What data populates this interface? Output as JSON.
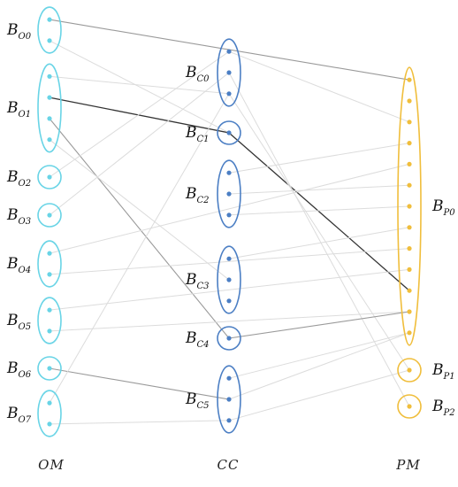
{
  "colors": {
    "om": "#69d4e6",
    "cc": "#4c7fc4",
    "pm": "#f0be3c",
    "edge_light": "#dcdcdc",
    "edge_mid": "#9a9a9a",
    "edge_dark": "#333333"
  },
  "columns": {
    "om": "OM",
    "cc": "CC",
    "pm": "PM"
  },
  "blocks": {
    "om": [
      {
        "id": "O0",
        "letter": "B",
        "sub": "O0",
        "points": 2
      },
      {
        "id": "O1",
        "letter": "B",
        "sub": "O1",
        "points": 4
      },
      {
        "id": "O2",
        "letter": "B",
        "sub": "O2",
        "points": 1
      },
      {
        "id": "O3",
        "letter": "B",
        "sub": "O3",
        "points": 1
      },
      {
        "id": "O4",
        "letter": "B",
        "sub": "O4",
        "points": 2
      },
      {
        "id": "O5",
        "letter": "B",
        "sub": "O5",
        "points": 2
      },
      {
        "id": "O6",
        "letter": "B",
        "sub": "O6",
        "points": 1
      },
      {
        "id": "O7",
        "letter": "B",
        "sub": "O7",
        "points": 2
      }
    ],
    "cc": [
      {
        "id": "C0",
        "letter": "B",
        "sub": "C0",
        "points": 3
      },
      {
        "id": "C1",
        "letter": "B",
        "sub": "C1",
        "points": 1
      },
      {
        "id": "C2",
        "letter": "B",
        "sub": "C2",
        "points": 3
      },
      {
        "id": "C3",
        "letter": "B",
        "sub": "C3",
        "points": 3
      },
      {
        "id": "C4",
        "letter": "B",
        "sub": "C4",
        "points": 1
      },
      {
        "id": "C5",
        "letter": "B",
        "sub": "C5",
        "points": 3
      }
    ],
    "pm": [
      {
        "id": "P0",
        "letter": "B",
        "sub": "P0",
        "points": 13
      },
      {
        "id": "P1",
        "letter": "B",
        "sub": "P1",
        "points": 1
      },
      {
        "id": "P2",
        "letter": "B",
        "sub": "P2",
        "points": 1
      }
    ]
  },
  "edges": [
    {
      "from": "O0.0",
      "to": "P0.0",
      "tone": "mid"
    },
    {
      "from": "O0.1",
      "to": "C1.0",
      "tone": "light"
    },
    {
      "from": "O1.0",
      "to": "C0.2",
      "tone": "light"
    },
    {
      "from": "O1.1",
      "to": "C1.0",
      "tone": "dark"
    },
    {
      "from": "C1.0",
      "to": "P0.10",
      "tone": "dark"
    },
    {
      "from": "O1.2",
      "to": "C4.0",
      "tone": "mid"
    },
    {
      "from": "O1.3",
      "to": "C3.1",
      "tone": "light"
    },
    {
      "from": "O2.0",
      "to": "C0.0",
      "tone": "light"
    },
    {
      "from": "O3.0",
      "to": "C0.1",
      "tone": "light"
    },
    {
      "from": "O4.0",
      "to": "P0.4",
      "tone": "light"
    },
    {
      "from": "O4.1",
      "to": "P0.8",
      "tone": "light"
    },
    {
      "from": "O5.0",
      "to": "P0.9",
      "tone": "light"
    },
    {
      "from": "O5.1",
      "to": "P0.11",
      "tone": "light"
    },
    {
      "from": "O6.0",
      "to": "C5.1",
      "tone": "mid"
    },
    {
      "from": "O7.0",
      "to": "C0.2",
      "tone": "light"
    },
    {
      "from": "O7.1",
      "to": "C5.2",
      "tone": "light"
    },
    {
      "from": "C0.0",
      "to": "P0.2",
      "tone": "light"
    },
    {
      "from": "C0.1",
      "to": "P2.0",
      "tone": "light"
    },
    {
      "from": "C0.2",
      "to": "P1.0",
      "tone": "light"
    },
    {
      "from": "C2.0",
      "to": "P0.3",
      "tone": "light"
    },
    {
      "from": "C2.1",
      "to": "P0.5",
      "tone": "light"
    },
    {
      "from": "C2.2",
      "to": "P0.6",
      "tone": "light"
    },
    {
      "from": "C3.0",
      "to": "P0.7",
      "tone": "light"
    },
    {
      "from": "C4.0",
      "to": "P0.11",
      "tone": "mid"
    },
    {
      "from": "C5.0",
      "to": "P0.12",
      "tone": "light"
    },
    {
      "from": "C5.1",
      "to": "P0.12",
      "tone": "light"
    },
    {
      "from": "C5.2",
      "to": "P1.0",
      "tone": "light"
    }
  ]
}
